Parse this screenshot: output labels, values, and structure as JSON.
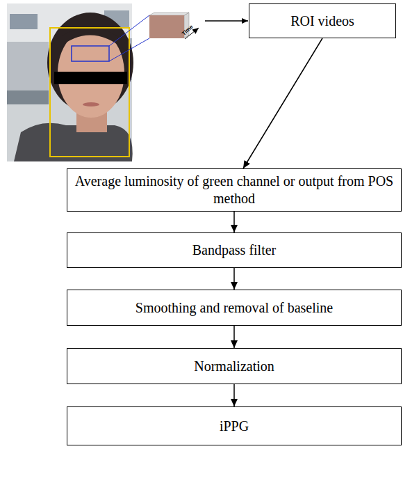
{
  "diagram": {
    "nodes": [
      {
        "text": [
          "ROI videos"
        ]
      },
      {
        "text": [
          "Average luminosity of green channel or output from POS method"
        ]
      },
      {
        "text": [
          "Bandpass filter"
        ]
      },
      {
        "text": [
          "Smoothing and removal of baseline"
        ]
      },
      {
        "text": [
          "Normalization"
        ]
      },
      {
        "text": [
          "iPPG"
        ]
      }
    ],
    "edges": [
      {
        "from": 0,
        "to": 1,
        "arrow": "to"
      },
      {
        "from": 1,
        "to": 2,
        "arrow": "to"
      },
      {
        "from": 2,
        "to": 3,
        "arrow": "to"
      },
      {
        "from": 3,
        "to": 4,
        "arrow": "to"
      },
      {
        "from": 4,
        "to": 5,
        "arrow": "to"
      }
    ],
    "labels": [
      "Time"
    ]
  }
}
